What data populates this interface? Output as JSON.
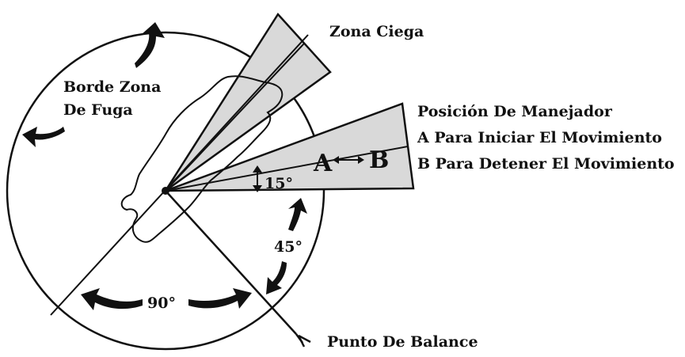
{
  "labels": {
    "blind_zone": "Zona Ciega",
    "flight_zone_edge_line1": "Borde Zona",
    "flight_zone_edge_line2": "De Fuga",
    "handler_position_title": "Posición De Manejador",
    "handler_a": "A Para Iniciar El Movimiento",
    "handler_b": "B Para Detener El Movimiento",
    "point_of_balance": "Punto De Balance",
    "angle_15": "15°",
    "angle_45": "45°",
    "angle_90": "90°",
    "letter_a": "A",
    "letter_b": "B"
  },
  "colors": {
    "stroke": "#111111",
    "zone_fill": "#d9d9d9",
    "background": "#ffffff"
  },
  "icons": [
    "curved-arrow-icon",
    "double-arrow-icon",
    "vertical-double-arrow-icon"
  ]
}
